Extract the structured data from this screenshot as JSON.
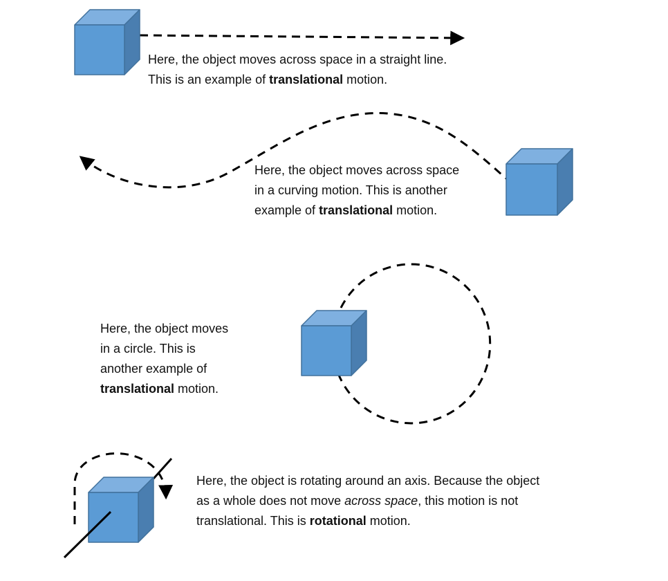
{
  "cube_colors": {
    "front": "#5B9BD5",
    "top": "#7FB0E0",
    "side": "#4A7EB0",
    "edge": "#41719C"
  },
  "path_color": "#000000",
  "examples": [
    {
      "id": "straight",
      "line1": "Here, the object moves across space in a straight line.",
      "line2_pre": "This is an example of ",
      "line2_bold": "translational",
      "line2_post": " motion."
    },
    {
      "id": "curve",
      "line1": "Here, the object moves across space",
      "line2": "in a curving motion. This is another",
      "line3_pre": "example of ",
      "line3_bold": "translational",
      "line3_post": " motion."
    },
    {
      "id": "circle",
      "line1": "Here, the object moves",
      "line2": "in a circle. This is",
      "line3": "another example of",
      "line4_bold": "translational",
      "line4_post": " motion."
    },
    {
      "id": "rotation",
      "line1": "Here, the object is rotating around an axis. Because the object",
      "line2_pre": "as a whole does not move ",
      "line2_italic": "across space",
      "line2_post": ", this motion is not",
      "line3_pre": "translational. This is ",
      "line3_bold": "rotational",
      "line3_post": " motion."
    }
  ]
}
